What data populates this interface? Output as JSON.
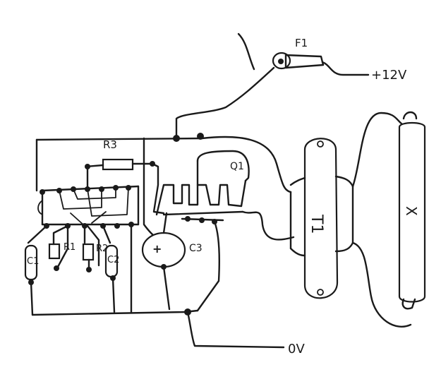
{
  "diagram": {
    "labels": {
      "fuse": "F1",
      "supply_positive": "+12V",
      "supply_ground": "0V",
      "r3": "R3",
      "q1": "Q1",
      "r1": "R1",
      "r2": "R2",
      "c1": "C1",
      "c2": "C2",
      "c3": "C3",
      "c3_polarity": "+",
      "transformer": "T1",
      "lamp": "X"
    }
  }
}
